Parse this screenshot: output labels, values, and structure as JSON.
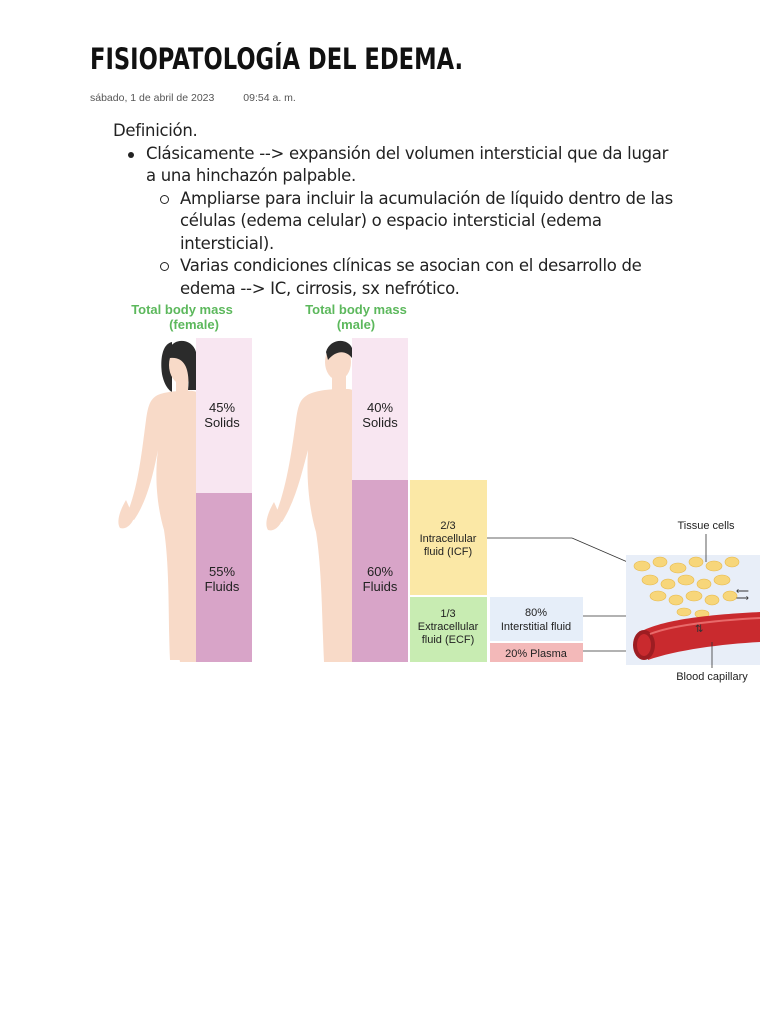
{
  "page": {
    "title": "Fisiopatología del edema.",
    "date": "sábado, 1 de abril de 2023",
    "time": "09:54 a. m."
  },
  "notes": {
    "heading": "Definición.",
    "item1": "Clásicamente --> expansión del volumen intersticial que da lugar a una hinchazón palpable.",
    "item1_sub1": "Ampliarse para incluir la acumulación de líquido dentro de las células (edema celular) o espacio intersticial (edema intersticial).",
    "item1_sub2": "Varias condiciones clínicas se asocian con el desarrollo de edema --> IC, cirrosis, sx nefrótico."
  },
  "figure": {
    "female": {
      "title_line1": "Total body mass",
      "title_line2": "(female)",
      "solids_pct": "45%",
      "solids_label": "Solids",
      "fluids_pct": "55%",
      "fluids_label": "Fluids"
    },
    "male": {
      "title_line1": "Total body mass",
      "title_line2": "(male)",
      "solids_pct": "40%",
      "solids_label": "Solids",
      "fluids_pct": "60%",
      "fluids_label": "Fluids"
    },
    "icf": {
      "fraction": "2/3",
      "line1": "Intracellular",
      "line2": "fluid (ICF)"
    },
    "ecf": {
      "fraction": "1/3",
      "line1": "Extracellular",
      "line2": "fluid (ECF)"
    },
    "interstitial": {
      "pct": "80%",
      "label": "Interstitial fluid"
    },
    "plasma": {
      "label": "20% Plasma"
    },
    "tissue_cells_label": "Tissue cells",
    "blood_capillary_label": "Blood capillary",
    "colors": {
      "title_green": "#5cb85c",
      "solids": "#f8e6f1",
      "fluids": "#d8a4c8",
      "icf": "#fbe8a6",
      "ecf": "#c8ecb2",
      "interstitial": "#e6eef9",
      "plasma": "#f3b9b9",
      "skin": "#f8dac8",
      "hair": "#2b2b2b",
      "vessel": "#c92a2e",
      "cells": "#f7d67a"
    }
  }
}
